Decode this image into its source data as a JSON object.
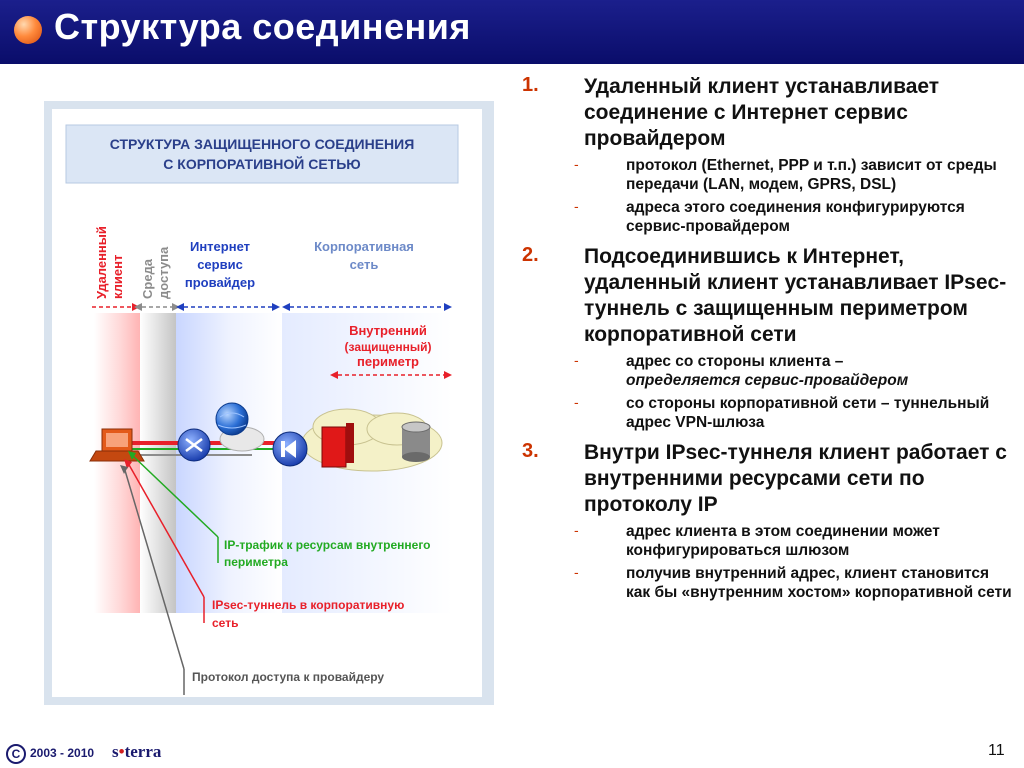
{
  "slide": {
    "title": "Структура соединения",
    "page_number": "11"
  },
  "figure": {
    "header_line1": "СТРУКТУРА ЗАЩИЩЕННОГО СОЕДИНЕНИЯ",
    "header_line2": "С КОРПОРАТИВНОЙ СЕТЬЮ",
    "col_client_1": "Удаленный",
    "col_client_2": "клиент",
    "col_media_1": "Среда",
    "col_media_2": "доступа",
    "col_isp_1": "Интернет",
    "col_isp_2": "сервис",
    "col_isp_3": "провайдер",
    "col_corp_1": "Корпоративная",
    "col_corp_2": "сеть",
    "perimeter_1": "Внутренний",
    "perimeter_2": "(защищенный)",
    "perimeter_3": "периметр",
    "legend_ip_1": "IP-трафик к ресурсам внутреннего",
    "legend_ip_2": "периметра",
    "legend_ipsec_1": "IPsec-туннель в корпоративную",
    "legend_ipsec_2": "сеть",
    "legend_access": "Протокол доступа к провайдеру",
    "colors": {
      "client": "#e8202a",
      "media": "#8c8c8c",
      "isp": "#1f3fbf",
      "tunnel": "#e8202a",
      "ip": "#22aa22"
    }
  },
  "points": [
    {
      "num": "1.",
      "text": "Удаленный клиент устанавливает соединение с Интернет сервис провайдером",
      "subs": [
        {
          "dash": "-",
          "text": "протокол (Ethernet, PPP и т.п.) зависит от среды передачи (LAN, модем, GPRS, DSL)"
        },
        {
          "dash": "-",
          "text": "адреса этого соединения конфигурируются сервис-провайдером"
        }
      ]
    },
    {
      "num": "2.",
      "text": "Подсоединившись к Интернет, удаленный клиент устанавливает IPsec-туннель с защищенным периметром корпоративной сети",
      "subs": [
        {
          "dash": "-",
          "text_a": "адрес со стороны клиента –",
          "text_b": "определяется сервис-провайдером"
        },
        {
          "dash": "-",
          "text": "со стороны корпоративной сети – туннельный адрес VPN-шлюза"
        }
      ]
    },
    {
      "num": "3.",
      "text": "Внутри IPsec-туннеля клиент работает с внутренними ресурсами сети по протоколу IP",
      "subs": [
        {
          "dash": "-",
          "text": "адрес клиента в этом соединении может конфигурироваться шлюзом"
        },
        {
          "dash": "-",
          "text": "получив внутренний адрес, клиент становится как бы «внутренним хостом» корпоративной сети"
        }
      ]
    }
  ],
  "footer": {
    "copyright_symbol": "C",
    "years": "2003 - 2010",
    "logo_s": "s",
    "logo_dot": "•",
    "logo_rest": "terra"
  }
}
